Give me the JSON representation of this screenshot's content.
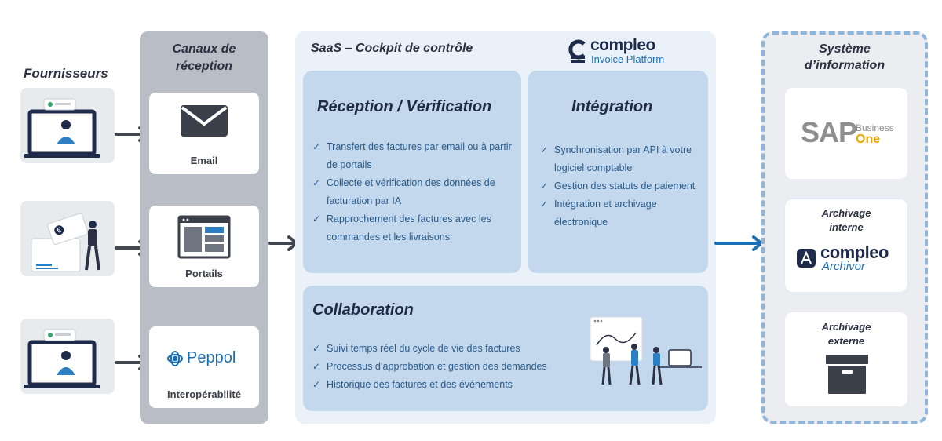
{
  "suppliers": {
    "title": "Fournisseurs"
  },
  "channels": {
    "title": "Canaux de réception",
    "items": [
      {
        "label": "Email",
        "icon": "envelope-icon"
      },
      {
        "label": "Portails",
        "icon": "portal-window-icon"
      },
      {
        "label": "Interopérabilité",
        "icon": "peppol-icon",
        "brand": "Peppol"
      }
    ]
  },
  "saas": {
    "title": "SaaS – Cockpit de contrôle",
    "logo": {
      "name": "compleo",
      "sub": "Invoice Platform"
    },
    "reception": {
      "title": "Réception / Vérification",
      "items": [
        "Transfert des factures par email ou à partir de portails",
        "Collecte et vérification des données de facturation par IA",
        "Rapprochement des factures avec les commandes et les livraisons"
      ]
    },
    "integration": {
      "title": "Intégration",
      "items": [
        "Synchronisation par API à votre logiciel comptable",
        "Gestion des statuts de paiement",
        "Intégration et archivage électronique"
      ]
    },
    "collaboration": {
      "title": "Collaboration",
      "items": [
        "Suivi temps réel du cycle de vie des factures",
        "Processus d’approbation et gestion des demandes",
        "Historique des factures et des événements"
      ]
    }
  },
  "si": {
    "title": "Système d’information",
    "sap": {
      "main": "SAP",
      "business": "Business",
      "one": "One"
    },
    "internal": {
      "label": "Archivage interne",
      "logo_name": "compleo",
      "logo_sub": "Archivor"
    },
    "external": {
      "label": "Archivage externe"
    }
  },
  "colors": {
    "accent_blue": "#1d6fb3",
    "panel_blue": "#c3d8ec",
    "dark_text": "#2b3040",
    "sap_gray": "#8e8e8e",
    "sap_yellow": "#e8a800"
  }
}
